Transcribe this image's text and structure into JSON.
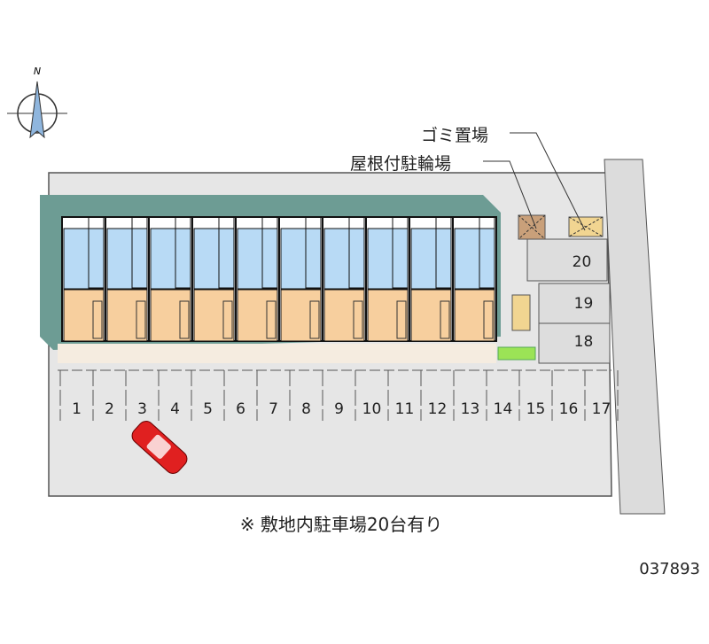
{
  "labels": {
    "garbage": "ゴミ置場",
    "bike": "屋根付駐輪場"
  },
  "compass": {
    "north": "N"
  },
  "parking": [
    "1",
    "2",
    "3",
    "4",
    "5",
    "6",
    "7",
    "8",
    "9",
    "10",
    "11",
    "12",
    "13",
    "14",
    "15",
    "16",
    "17"
  ],
  "parking_right": [
    "20",
    "19",
    "18"
  ],
  "unit_count": 10,
  "footer": "※ 敷地内駐車場20台有り",
  "code": "037893",
  "colors": {
    "lot": "#e6e6e6",
    "roof": "#6d9c94",
    "wet": "#b8daf5",
    "room": "#f7cf9e",
    "car": "#e02020"
  }
}
